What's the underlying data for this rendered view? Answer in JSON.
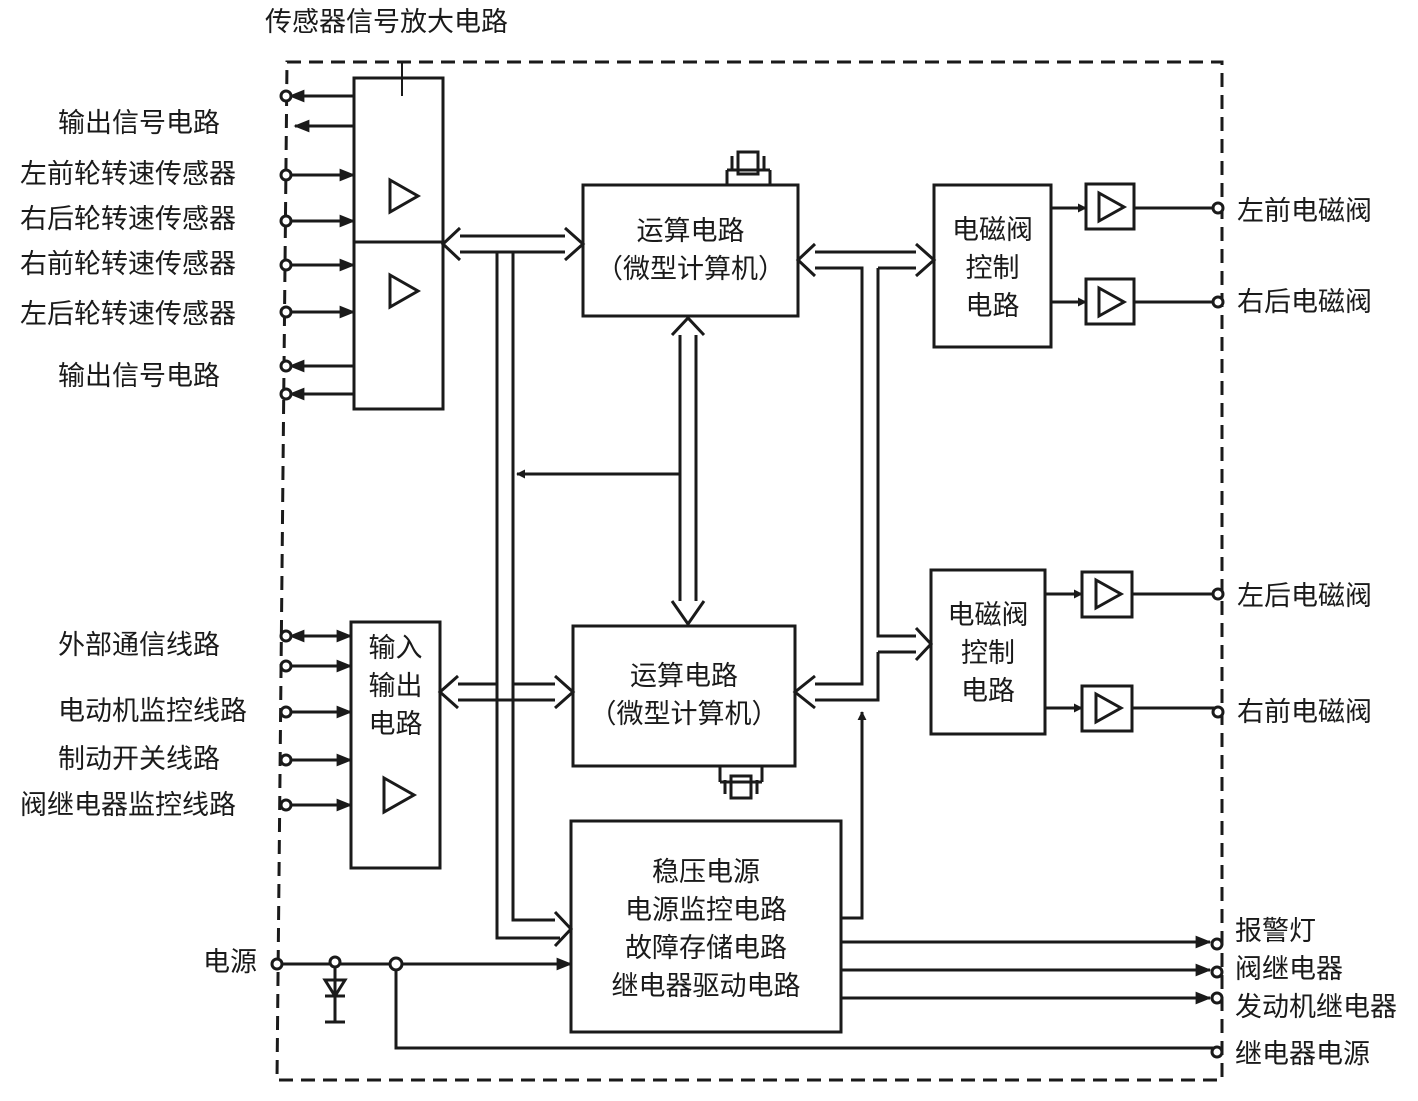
{
  "title": "传感器信号放大电路",
  "left_labels": {
    "out_signal_top": "输出信号电路",
    "lf_speed": "左前轮转速传感器",
    "rr_speed": "右后轮转速传感器",
    "rf_speed": "右前轮转速传感器",
    "lr_speed": "左后轮转速传感器",
    "out_signal_bottom": "输出信号电路",
    "ext_comm": "外部通信线路",
    "motor_monitor": "电动机监控线路",
    "brake_switch": "制动开关线路",
    "valve_relay_monitor": "阀继电器监控线路",
    "power": "电源"
  },
  "right_labels": {
    "lf_valve": "左前电磁阀",
    "rr_valve": "右后电磁阀",
    "lr_valve": "左后电磁阀",
    "rf_valve": "右前电磁阀",
    "warning_lamp": "报警灯",
    "valve_relay": "阀继电器",
    "engine_relay": "发动机继电器",
    "relay_power": "继电器电源"
  },
  "cpu_top": {
    "line1": "运算电路",
    "line2": "（微型计算机）"
  },
  "cpu_bottom": {
    "line1": "运算电路",
    "line2": "（微型计算机）"
  },
  "io_block": {
    "line1": "输入",
    "line2": "输出",
    "line3": "电路"
  },
  "valve_ctrl_top": {
    "line1": "电磁阀",
    "line2": "控制",
    "line3": "电路"
  },
  "valve_ctrl_bottom": {
    "line1": "电磁阀",
    "line2": "控制",
    "line3": "电路"
  },
  "power_block": {
    "line1": "稳压电源",
    "line2": "电源监控电路",
    "line3": "故障存储电路",
    "line4": "继电器驱动电路"
  },
  "colors": {
    "ink": "#1a1a1a",
    "background": "#ffffff"
  }
}
